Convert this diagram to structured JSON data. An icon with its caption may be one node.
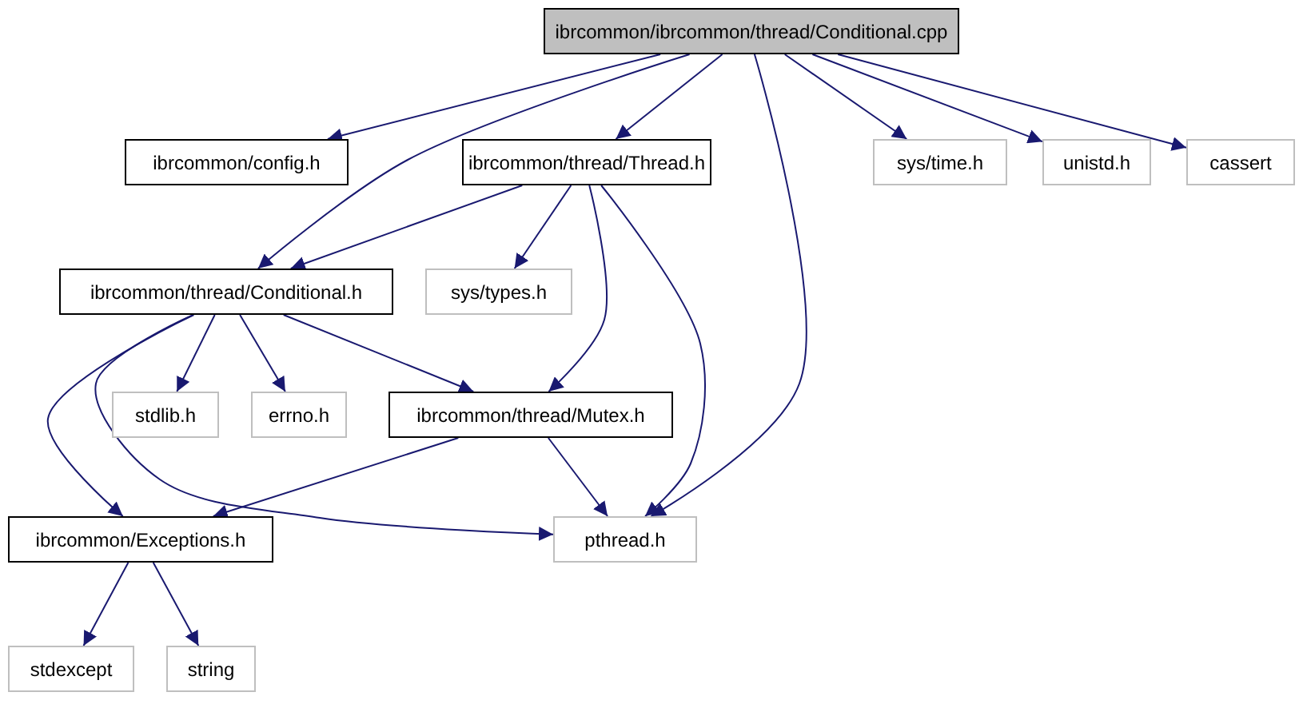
{
  "diagram": {
    "nodes": [
      {
        "text": [
          "ibrcommon/ibrcommon/thread/Conditional.cpp"
        ]
      },
      {
        "text": [
          "ibrcommon/config.h"
        ]
      },
      {
        "text": [
          "ibrcommon/thread/Thread.h"
        ]
      },
      {
        "text": [
          "sys/time.h"
        ]
      },
      {
        "text": [
          "unistd.h"
        ]
      },
      {
        "text": [
          "cassert"
        ]
      },
      {
        "text": [
          "ibrcommon/thread/Conditional.h"
        ]
      },
      {
        "text": [
          "sys/types.h"
        ]
      },
      {
        "text": [
          "stdlib.h"
        ]
      },
      {
        "text": [
          "errno.h"
        ]
      },
      {
        "text": [
          "ibrcommon/thread/Mutex.h"
        ]
      },
      {
        "text": [
          "ibrcommon/Exceptions.h"
        ]
      },
      {
        "text": [
          "pthread.h"
        ]
      },
      {
        "text": [
          "stdexcept"
        ]
      },
      {
        "text": [
          "string"
        ]
      }
    ],
    "edges": [
      {
        "from": 0,
        "to": 1,
        "arrow": "to"
      },
      {
        "from": 0,
        "to": 6,
        "arrow": "to"
      },
      {
        "from": 0,
        "to": 2,
        "arrow": "to"
      },
      {
        "from": 0,
        "to": 12,
        "arrow": "to"
      },
      {
        "from": 0,
        "to": 3,
        "arrow": "to"
      },
      {
        "from": 0,
        "to": 4,
        "arrow": "to"
      },
      {
        "from": 0,
        "to": 5,
        "arrow": "to"
      },
      {
        "from": 2,
        "to": 6,
        "arrow": "to"
      },
      {
        "from": 2,
        "to": 7,
        "arrow": "to"
      },
      {
        "from": 2,
        "to": 10,
        "arrow": "to"
      },
      {
        "from": 2,
        "to": 12,
        "arrow": "to"
      },
      {
        "from": 6,
        "to": 11,
        "arrow": "to"
      },
      {
        "from": 6,
        "to": 8,
        "arrow": "to"
      },
      {
        "from": 6,
        "to": 9,
        "arrow": "to"
      },
      {
        "from": 6,
        "to": 10,
        "arrow": "to"
      },
      {
        "from": 6,
        "to": 12,
        "arrow": "to"
      },
      {
        "from": 10,
        "to": 11,
        "arrow": "to"
      },
      {
        "from": 10,
        "to": 12,
        "arrow": "to"
      },
      {
        "from": 11,
        "to": 13,
        "arrow": "to"
      },
      {
        "from": 11,
        "to": 14,
        "arrow": "to"
      }
    ]
  }
}
